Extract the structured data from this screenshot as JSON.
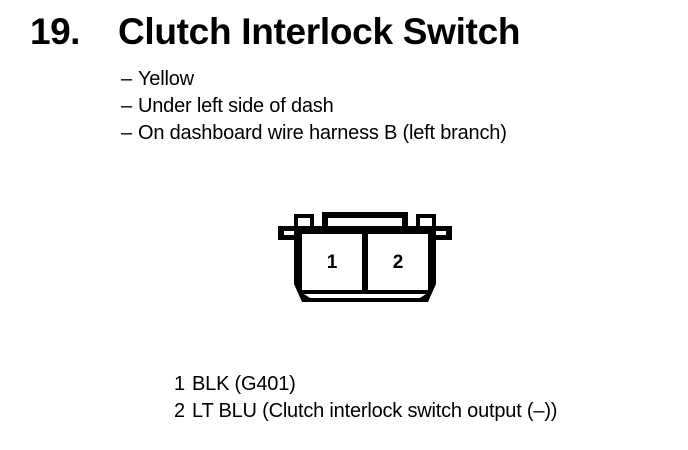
{
  "page": {
    "background_color": "#ffffff",
    "ink_color": "#000000"
  },
  "header": {
    "number": "19.",
    "title": "Clutch Interlock Switch"
  },
  "details": {
    "bullet_marker": "–",
    "items": [
      {
        "text": "Yellow"
      },
      {
        "text": "Under left side of dash"
      },
      {
        "text": "On dashboard wire harness B (left branch)"
      }
    ]
  },
  "connector": {
    "name": "two-cavity-connector-face-view",
    "cavities": [
      {
        "number": "1"
      },
      {
        "number": "2"
      }
    ]
  },
  "pin_legend": {
    "rows": [
      {
        "pin": "1",
        "description": "BLK (G401)"
      },
      {
        "pin": "2",
        "description": "LT BLU (Clutch interlock switch output (–))"
      }
    ]
  }
}
